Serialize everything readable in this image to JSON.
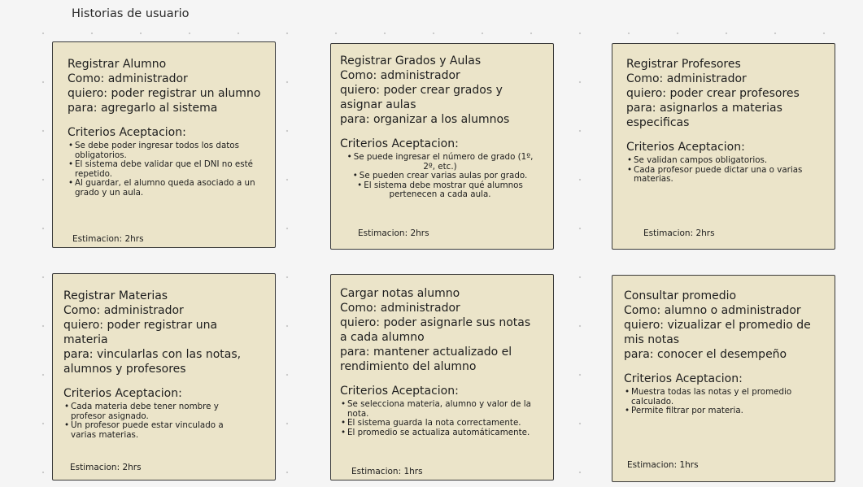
{
  "board": {
    "title": "Historias de usuario"
  },
  "cards": [
    {
      "lines": [
        "Registrar Alumno",
        "Como: administrador",
        "quiero: poder registrar un alumno",
        "para: agregarlo al sistema"
      ],
      "criteria_title": "Criterios Aceptacion:",
      "criteria": [
        "Se debe poder ingresar todos los datos obligatorios.",
        "El sistema debe validar que el DNI no esté repetido.",
        "Al guardar, el alumno queda asociado a un grado y un aula."
      ],
      "estimate": "Estimacion: 2hrs"
    },
    {
      "lines": [
        "Registrar Grados y Aulas",
        "Como: administrador",
        "quiero: poder crear grados y",
        "asignar aulas",
        "para:  organizar a los alumnos"
      ],
      "criteria_title": "Criterios Aceptacion:",
      "criteria": [
        "Se puede ingresar el número de grado (1º, 2º, etc.)",
        "Se pueden crear varias aulas por grado.",
        "El sistema debe mostrar qué alumnos pertenecen a cada aula."
      ],
      "estimate": "Estimacion: 2hrs"
    },
    {
      "lines": [
        "Registrar Profesores",
        "Como: administrador",
        "quiero: poder crear profesores",
        "para:  asignarlos a materias",
        "especificas"
      ],
      "criteria_title": "Criterios Aceptacion:",
      "criteria": [
        "Se validan campos obligatorios.",
        "Cada profesor puede dictar una o varias materias."
      ],
      "estimate": "Estimacion: 2hrs"
    },
    {
      "lines": [
        "Registrar Materias",
        "Como: administrador",
        "quiero: poder registrar una",
        "materia",
        "para: vincularlas con las notas,",
        "alumnos y profesores"
      ],
      "criteria_title": "Criterios Aceptacion:",
      "criteria": [
        "Cada materia debe tener nombre y profesor asignado.",
        "Un profesor puede estar vinculado a varias materias."
      ],
      "estimate": "Estimacion: 2hrs"
    },
    {
      "lines": [
        "Cargar notas alumno",
        "Como: administrador",
        "quiero: poder asignarle sus notas",
        "a cada alumno",
        "para: mantener actualizado el",
        "rendimiento del alumno"
      ],
      "criteria_title": "Criterios Aceptacion:",
      "criteria": [
        "Se selecciona materia, alumno y valor de la nota.",
        "El sistema guarda la nota correctamente.",
        "El promedio se actualiza automáticamente."
      ],
      "estimate": "Estimacion: 1hrs"
    },
    {
      "lines": [
        "Consultar promedio",
        "Como: alumno o administrador",
        "quiero: vizualizar el promedio de",
        "mis notas",
        "para: conocer el desempeño"
      ],
      "criteria_title": "Criterios Aceptacion:",
      "criteria": [
        "Muestra todas las notas y el promedio calculado.",
        "Permite filtrar por materia."
      ],
      "estimate": "Estimacion: 1hrs"
    }
  ]
}
